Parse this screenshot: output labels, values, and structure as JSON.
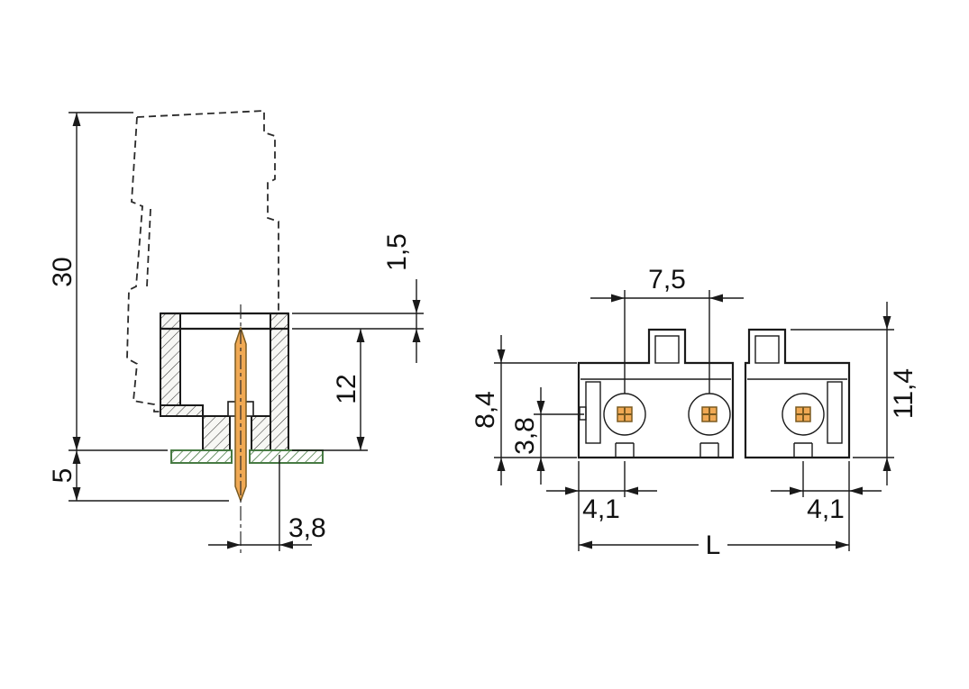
{
  "drawing": {
    "type": "technical-dimension-drawing",
    "side_view": {
      "dim_total_height": "30",
      "dim_collar": "1,5",
      "dim_body_height": "12",
      "dim_pin_below_board": "5",
      "dim_pin_to_edge": "3,8"
    },
    "front_view": {
      "dim_pitch": "7,5",
      "dim_housing_height": "8,4",
      "dim_pin_axis": "3,8",
      "dim_total_height": "11,4",
      "dim_first_pole": "4,1",
      "dim_last_pole": "4,1",
      "dim_length": "L"
    },
    "colors": {
      "line": "#1a1a1a",
      "pin_copper": "#f0a954",
      "pin_outline": "#7a5a20",
      "pcb_green": "#477a43",
      "hatch": "#3a3a3a"
    }
  }
}
